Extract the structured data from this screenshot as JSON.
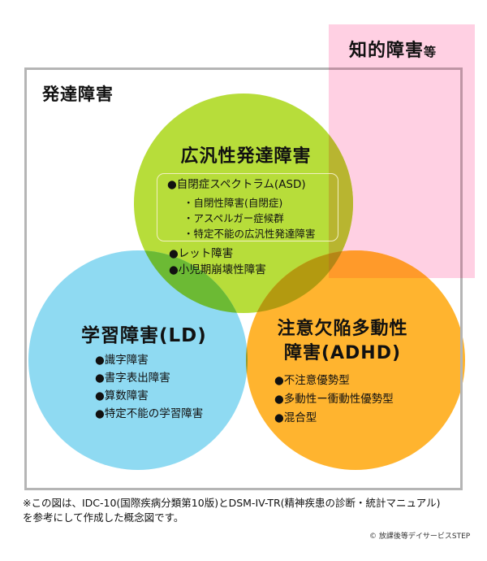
{
  "diagram": {
    "type": "venn",
    "colors": {
      "background": "#ffffff",
      "frame": "#b5b5b5",
      "intellectual_box": "#ffd0e3",
      "pdd_circle": "#b7dd3a",
      "ld_circle": "#8fdaf2",
      "adhd_circle": "#ffb42f",
      "pdd_ld_overlap": "#6cba34",
      "pdd_adhd_overlap": "#b39a10",
      "ld_adhd_overlap": "#8d9c33",
      "pdd_pink_overlap": "#b8b530",
      "adhd_pink_overlap": "#ff9a2a"
    },
    "intellectual": {
      "title_main": "知的障害",
      "title_suffix": "等"
    },
    "developmental": {
      "title": "発達障害"
    },
    "pdd": {
      "title": "広汎性発達障害",
      "asd_label": "●自閉症スペクトラム(ASD)",
      "asd_subitems": [
        "・自閉性障害(自閉症)",
        "・アスペルガー症候群",
        "・特定不能の広汎性発達障害"
      ],
      "other_items": [
        "●レット障害",
        "●小児期崩壊性障害"
      ]
    },
    "ld": {
      "title": "学習障害(LD)",
      "items": [
        "●識字障害",
        "●書字表出障害",
        "●算数障害",
        "●特定不能の学習障害"
      ]
    },
    "adhd": {
      "title_line1": "注意欠陥多動性",
      "title_line2": "障害(ADHD)",
      "items": [
        "●不注意優勢型",
        "●多動性ー衝動性優勢型",
        "●混合型"
      ]
    }
  },
  "footer": {
    "note_line1": "※この図は、IDC-10(国際疾病分類第10版)とDSM-IV-TR(精神疾患の診断・統計マニュアル)",
    "note_line2": "を参考にして作成した概念図です。",
    "copyright": "© 放課後等デイサービスSTEP"
  }
}
